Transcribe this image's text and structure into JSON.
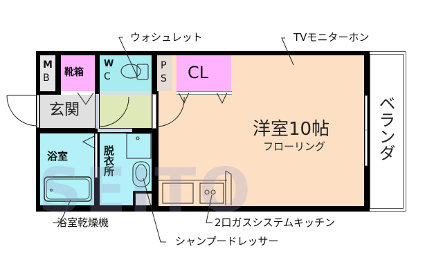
{
  "floor_plan": {
    "rooms": {
      "mb": {
        "label_top": "M",
        "label_bottom": "B",
        "color": "#e6e6e6"
      },
      "shoe_cabinet": {
        "label": "靴箱",
        "color": "#ffb3ff"
      },
      "wc": {
        "label_top": "W",
        "label_bottom": "C",
        "color": "#a8ecf2"
      },
      "ps": {
        "label_top": "P",
        "label_bottom": "S",
        "color": "#e6e6e6"
      },
      "closet": {
        "label": "CL",
        "color": "#ffb3ff"
      },
      "entrance": {
        "label": "玄関",
        "color": "#e0e0e0"
      },
      "hall": {
        "color": "#dfe8b8"
      },
      "bathroom": {
        "label": "浴室",
        "color": "#b3f0f7"
      },
      "dressing_room": {
        "label": "脱衣所",
        "color": "#b3f0f7"
      },
      "western_room": {
        "label": "洋室10帖",
        "sublabel": "フローリング",
        "color": "#fde0c4"
      },
      "veranda": {
        "label": "ベランダ",
        "color": "#ffffff"
      }
    },
    "callouts": {
      "washlet": "ウォシュレット",
      "tv_intercom": "TVモニターホン",
      "bathroom_dryer": "浴室乾燥機",
      "shampoo_dresser": "シャンプードレッサー",
      "kitchen": "2口ガスシステムキッチン"
    },
    "watermark": {
      "text": "SEITO",
      "colors": [
        "#e05050",
        "#8080b0"
      ]
    }
  }
}
